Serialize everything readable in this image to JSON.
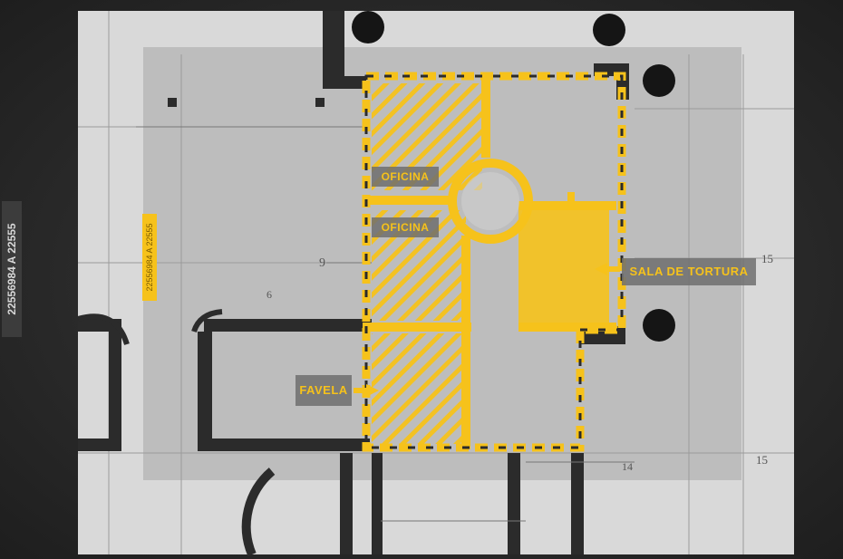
{
  "labels": {
    "oficina_1": "OFICINA",
    "oficina_2": "OFICINA",
    "sala_de_tortura": "SALA DE TORTURA",
    "favela": "FAVELA"
  },
  "codes": {
    "side_code": "22556984 A 22555",
    "inner_code": "22556984 A 22555"
  },
  "plan_numbers": {
    "n9": "9",
    "n15_top": "15",
    "n15_bottom": "15",
    "n14": "14",
    "n6": "6"
  },
  "colors": {
    "highlight": "#f6c21b",
    "overlay": "#6e6e6e",
    "plan_ink": "#2b2b2b",
    "paper": "#d9d9d9"
  }
}
